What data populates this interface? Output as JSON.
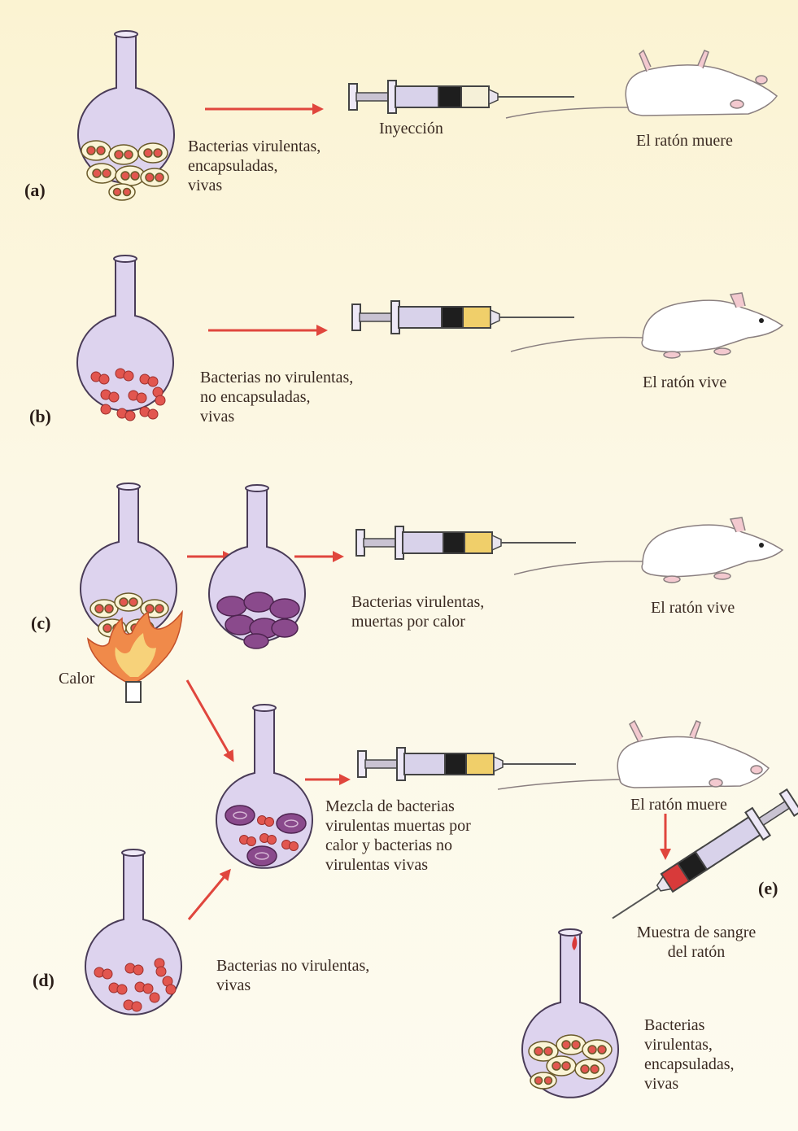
{
  "panels": {
    "a": "(a)",
    "b": "(b)",
    "c": "(c)",
    "d": "(d)",
    "e": "(e)"
  },
  "labels": {
    "a_bacteria": "Bacterias virulentas,\nencapsuladas,\nvivas",
    "injection": "Inyección",
    "a_outcome": "El ratón muere",
    "b_bacteria": "Bacterias no virulentas,\nno encapsuladas,\nvivas",
    "b_outcome": "El ratón vive",
    "c_bacteria": "Bacterias virulentas,\nmuertas por calor",
    "c_outcome": "El ratón vive",
    "heat": "Calor",
    "mix": "Mezcla de bacterias\nvirulentas muertas por\ncalor y bacterias no\nvirulentas vivas",
    "d_outcome": "El ratón muere",
    "d_bacteria": "Bacterias no virulentas,\nvivas",
    "blood": "Muestra de sangre\ndel ratón",
    "e_bacteria": "Bacterias\nvirulentas,\nencapsuladas,\nvivas"
  },
  "colors": {
    "arrow": "#e0463d",
    "flask_fill": "#ddd3ee",
    "flask_stroke": "#4a3c58",
    "live_bacteria": "#e2564f",
    "dead_capsule": "#8a4a8c",
    "capsule_fill": "#fbf4d6",
    "plunger_tip": "#f0cf6a",
    "blood": "#d83a3a"
  }
}
